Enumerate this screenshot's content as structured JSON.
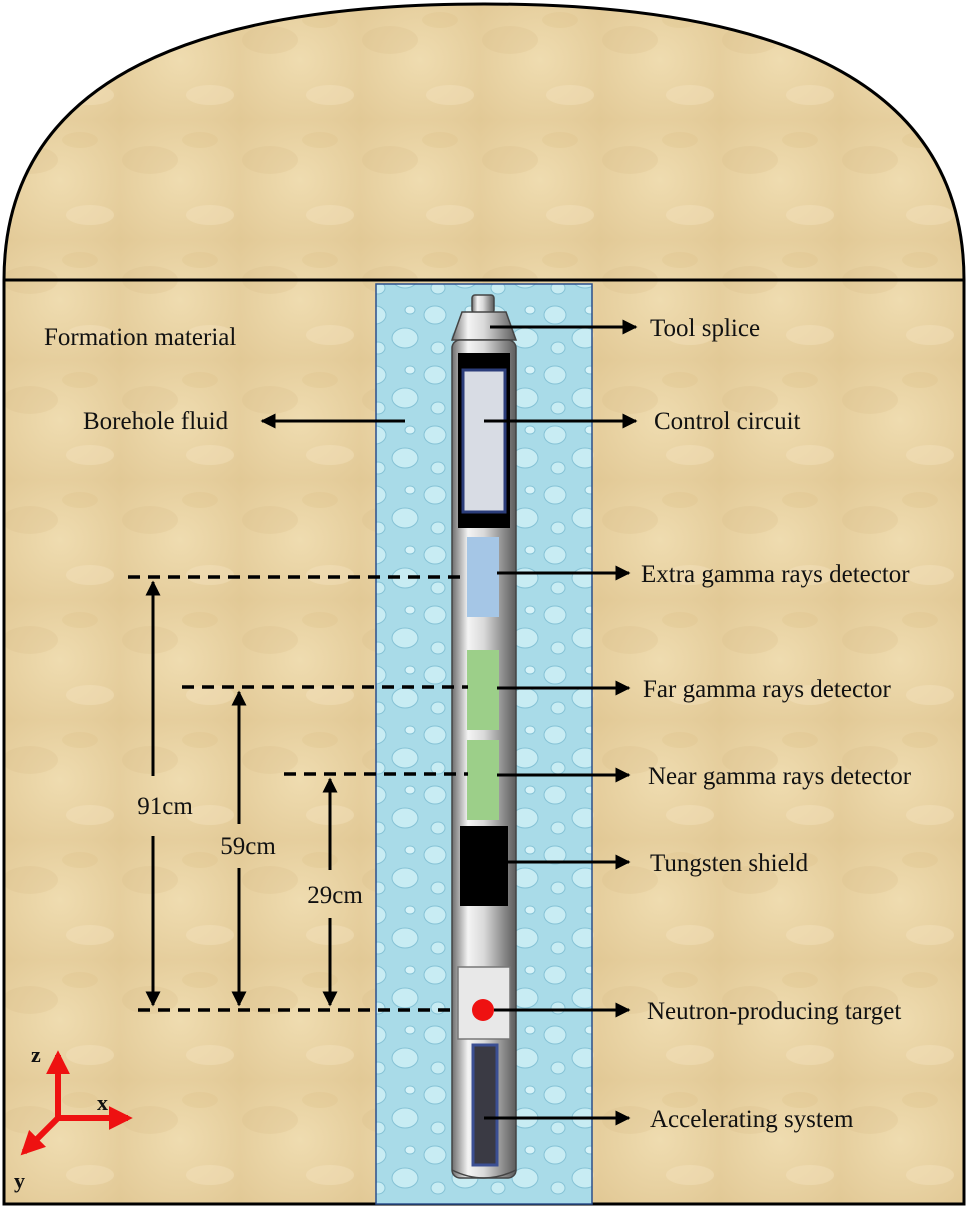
{
  "labels": {
    "formation": "Formation material",
    "borehole": "Borehole fluid",
    "tool_splice": "Tool splice",
    "control_circuit": "Control circuit",
    "extra_detector": "Extra gamma rays detector",
    "far_detector": "Far gamma rays detector",
    "near_detector": "Near gamma rays detector",
    "tungsten": "Tungsten shield",
    "target": "Neutron-producing target",
    "accelerating": "Accelerating system"
  },
  "dimensions": {
    "d91": "91cm",
    "d59": "59cm",
    "d29": "29cm"
  },
  "axes": {
    "z": "z",
    "x": "x",
    "y": "y"
  },
  "colors": {
    "formation": "#e8d3a4",
    "fluid": "#a9dbe8",
    "extra_detector": "#a5c6e6",
    "far_near_detector": "#9ccf89",
    "tungsten": "#000000",
    "target": "#ee1111",
    "axes": "#ee1111"
  }
}
